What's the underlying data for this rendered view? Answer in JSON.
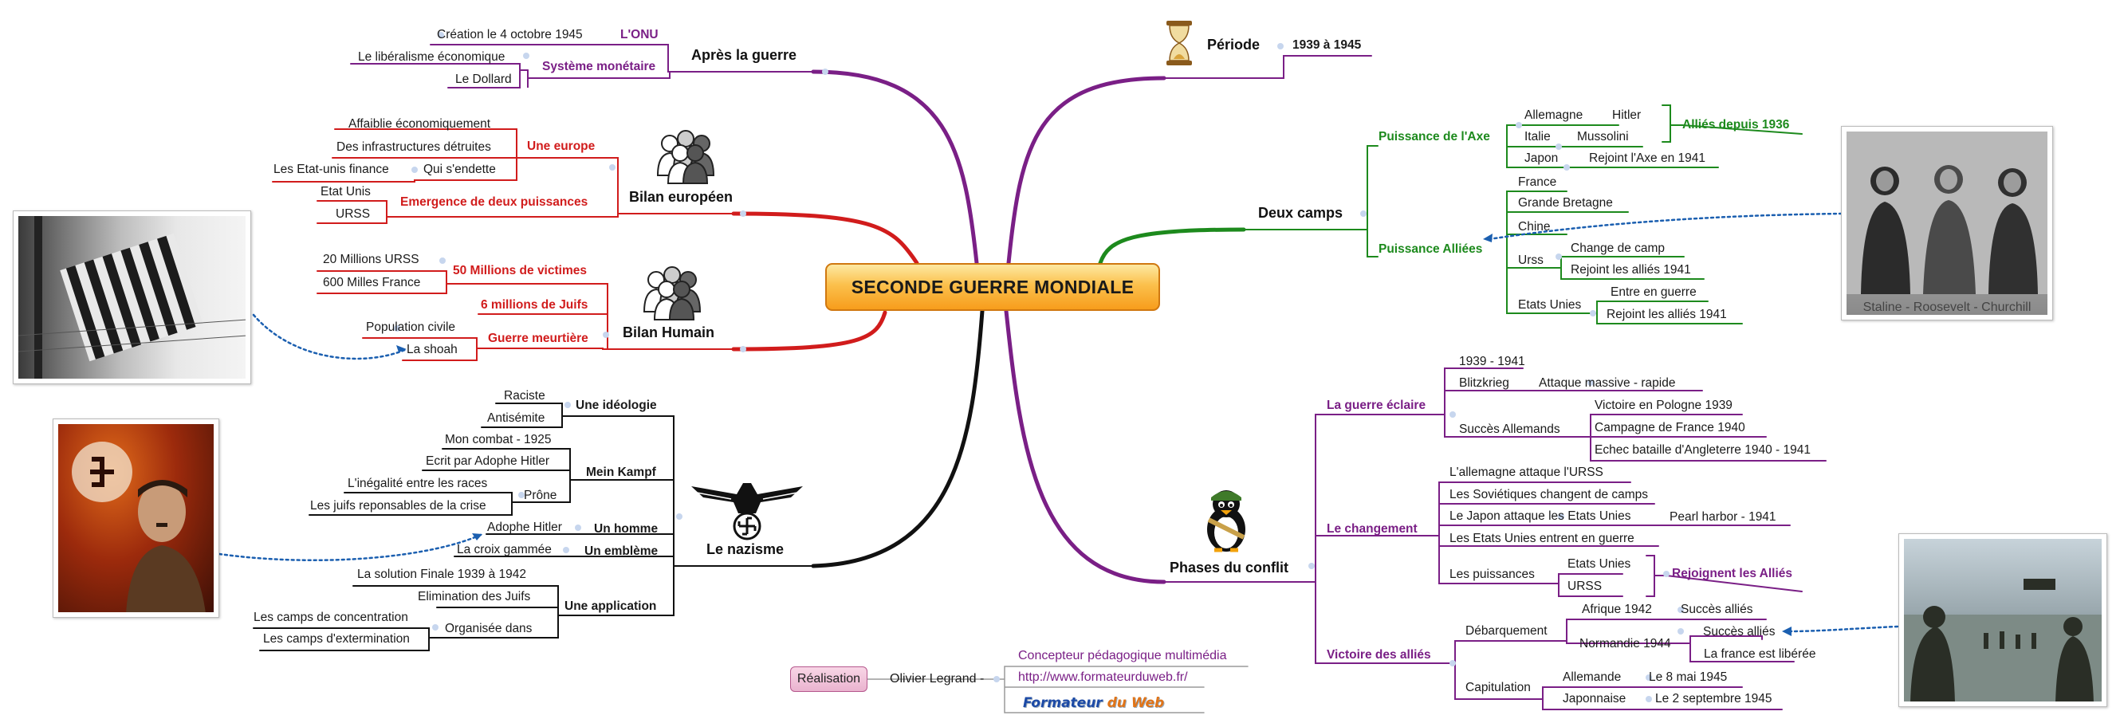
{
  "central": "SECONDE GUERRE MONDIALE",
  "colors": {
    "purple": "#7a1f86",
    "red": "#d11c1c",
    "green": "#1d8a1d",
    "black": "#111111",
    "orange": "#f7a21c"
  },
  "icons": [
    "hourglass-icon",
    "people-group-icon",
    "eagle-swastika-icon",
    "penguin-soldier-icon"
  ],
  "apres_guerre": {
    "title": "Après la guerre",
    "onu": {
      "label": "L'ONU",
      "child": "Création le 4 octobre 1945"
    },
    "systeme": {
      "label": "Système monétaire",
      "children": [
        "Le libéralisme économique",
        "Le Dollard"
      ]
    }
  },
  "bilan_europeen": {
    "title": "Bilan européen",
    "europe": {
      "label": "Une europe",
      "children": [
        "Affaiblie économiquement",
        "Des infrastructures détruites",
        "Qui s'endette",
        "Les Etat-unis finance"
      ]
    },
    "emergence": {
      "label": "Emergence de deux puissances",
      "children": [
        "Etat Unis",
        "URSS"
      ]
    }
  },
  "bilan_humain": {
    "title": "Bilan Humain",
    "victimes": {
      "label": "50 Millions de victimes",
      "children": [
        "20 Millions URSS",
        "600 Milles France"
      ]
    },
    "juifs": "6 millions de Juifs",
    "meurtriere": {
      "label": "Guerre meurtière",
      "children": [
        "Population civile",
        "La shoah"
      ]
    }
  },
  "nazisme": {
    "title": "Le nazisme",
    "ideologie": {
      "label": "Une idéologie",
      "children": [
        "Raciste",
        "Antisémite"
      ]
    },
    "mein_kampf": {
      "label": "Mein Kampf",
      "children": [
        "Mon combat - 1925",
        "Ecrit par Adophe Hitler",
        "Prône",
        "L'inégalité entre les races",
        "Les juifs reponsables de la crise"
      ]
    },
    "homme": {
      "label": "Un homme",
      "child": "Adophe Hitler"
    },
    "embleme": {
      "label": "Un emblème",
      "child": "La croix gammée"
    },
    "application": {
      "label": "Une application",
      "children": [
        "La solution Finale 1939 à 1942",
        "Elimination des Juifs",
        "Organisée dans",
        "Les camps de concentration",
        "Les camps d'extermination"
      ]
    }
  },
  "periode": {
    "title": "Période",
    "value": "1939 à 1945"
  },
  "deux_camps": {
    "title": "Deux camps",
    "axe": {
      "label": "Puissance de l'Axe",
      "rows": [
        "Allemagne",
        "Hitler",
        "Italie",
        "Mussolini",
        "Japon",
        "Rejoint l'Axe en 1941"
      ],
      "group": "Alliés depuis 1936"
    },
    "allies": {
      "label": "Puissance Alliées",
      "rows": [
        "France",
        "Grande Bretagne",
        "Chine",
        "Urss",
        "Change de camp",
        "Rejoint les alliés 1941",
        "Etats Unies",
        "Entre en guerre",
        "Rejoint les alliés 1941"
      ]
    },
    "photo_caption": "Staline - Roosevelt - Churchill"
  },
  "phases": {
    "title": "Phases du conflit",
    "eclaire": {
      "label": "La guerre éclaire",
      "rows": [
        "1939 - 1941",
        "Blitzkrieg",
        "Attaque massive - rapide",
        "Succès Allemands",
        "Victoire en Pologne 1939",
        "Campagne de France 1940",
        "Echec bataille d'Angleterre 1940 - 1941"
      ]
    },
    "changement": {
      "label": "Le changement",
      "rows": [
        "L'allemagne attaque l'URSS",
        "Les Soviétiques changent de camps",
        "Le Japon attaque les Etats Unies",
        "Pearl harbor - 1941",
        "Les Etats Unies entrent en guerre",
        "Les puissances",
        "Etats Unies",
        "URSS"
      ],
      "group": "Rejoignent les Alliés"
    },
    "victoire": {
      "label": "Victoire des alliés",
      "rows": [
        "Débarquement",
        "Afrique 1942",
        "Succès alliés",
        "Normandie 1944",
        "Succès alliés",
        "La france est libérée",
        "Capitulation",
        "Allemande",
        "Le 8 mai 1945",
        "Japonnaise",
        "Le 2 septembre 1945"
      ]
    }
  },
  "credits": {
    "realisation": "Réalisation",
    "author": "Olivier Legrand -",
    "role": "Concepteur pédagogique multimédia",
    "url": "http://www.formateurduweb.fr/",
    "logo_a": "Formateur",
    "logo_b": "du",
    "logo_c": "Web"
  }
}
